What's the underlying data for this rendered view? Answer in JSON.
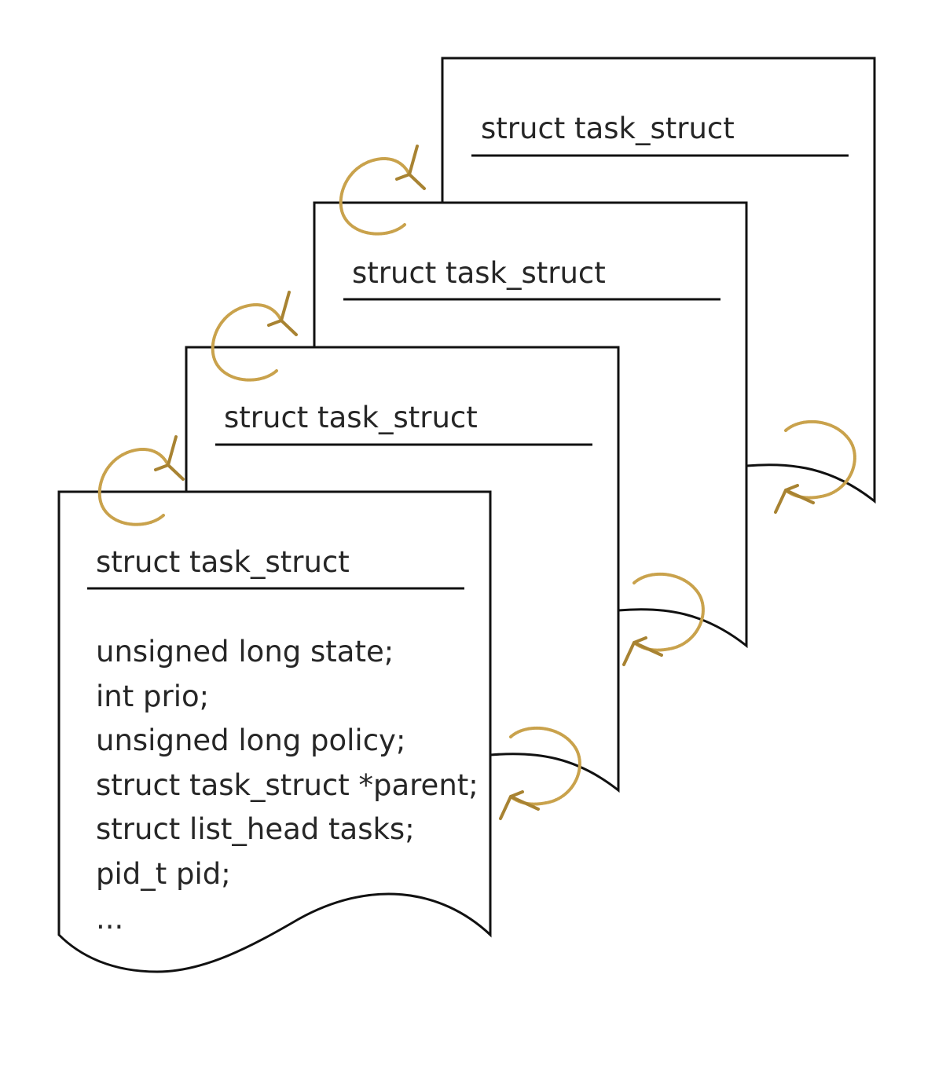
{
  "cards": [
    {
      "title": "struct task_struct"
    },
    {
      "title": "struct task_struct"
    },
    {
      "title": "struct task_struct"
    },
    {
      "title": "struct task_struct"
    }
  ],
  "front_card": {
    "title": "struct task_struct",
    "fields": [
      "unsigned long state;",
      "int prio;",
      "unsigned long policy;",
      "struct task_struct *parent;",
      "struct list_head tasks;",
      "pid_t pid;",
      "..."
    ]
  },
  "colors": {
    "outline": "#111111",
    "text": "#262626",
    "link_arrow": "#c9a24c",
    "link_arrow_dark": "#a88332"
  },
  "icons": {
    "link": "circular-arrow-icon"
  }
}
